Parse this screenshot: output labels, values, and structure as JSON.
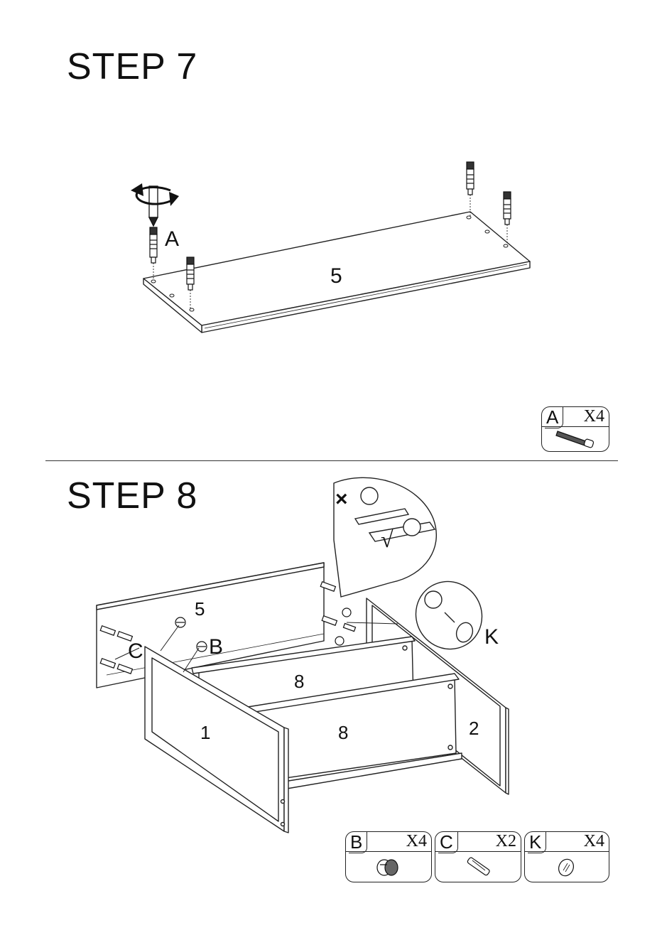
{
  "step7": {
    "title": "STEP 7",
    "labels": {
      "panel": "5",
      "fitting": "A"
    },
    "parts": [
      {
        "letter": "A",
        "qty": "X4",
        "icon": "cam-bolt-icon"
      }
    ]
  },
  "step8": {
    "title": "STEP 8",
    "labels": {
      "back_panel": "5",
      "cam_lock": "B",
      "dowel": "C",
      "cover_cap": "K",
      "front_panel": "1",
      "upper_shelf": "8",
      "lower_shelf": "8",
      "side_panel": "2",
      "wrong_mark": "×",
      "right_mark": "√"
    },
    "parts": [
      {
        "letter": "B",
        "qty": "X4",
        "icon": "cam-lock-icon"
      },
      {
        "letter": "C",
        "qty": "X2",
        "icon": "wooden-dowel-icon"
      },
      {
        "letter": "K",
        "qty": "X4",
        "icon": "cover-cap-icon"
      }
    ]
  }
}
